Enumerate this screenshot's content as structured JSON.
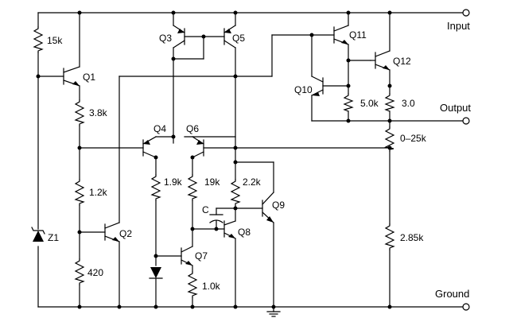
{
  "ports": {
    "input": "Input",
    "output": "Output",
    "ground": "Ground"
  },
  "labels": {
    "r_15k": "15k",
    "r_3_8k": "3.8k",
    "r_1_2k": "1.2k",
    "r_420": "420",
    "r_1_9k": "1.9k",
    "r_19k": "19k",
    "r_2_2k": "2.2k",
    "r_1_0k": "1.0k",
    "r_5_0k": "5.0k",
    "r_3_0": "3.0",
    "r_0_25k": "0–25k",
    "r_2_85k": "2.85k",
    "c": "C",
    "z1": "Z1",
    "q1": "Q1",
    "q2": "Q2",
    "q3": "Q3",
    "q4": "Q4",
    "q5": "Q5",
    "q6": "Q6",
    "q7": "Q7",
    "q8": "Q8",
    "q9": "Q9",
    "q10": "Q10",
    "q11": "Q11",
    "q12": "Q12"
  }
}
